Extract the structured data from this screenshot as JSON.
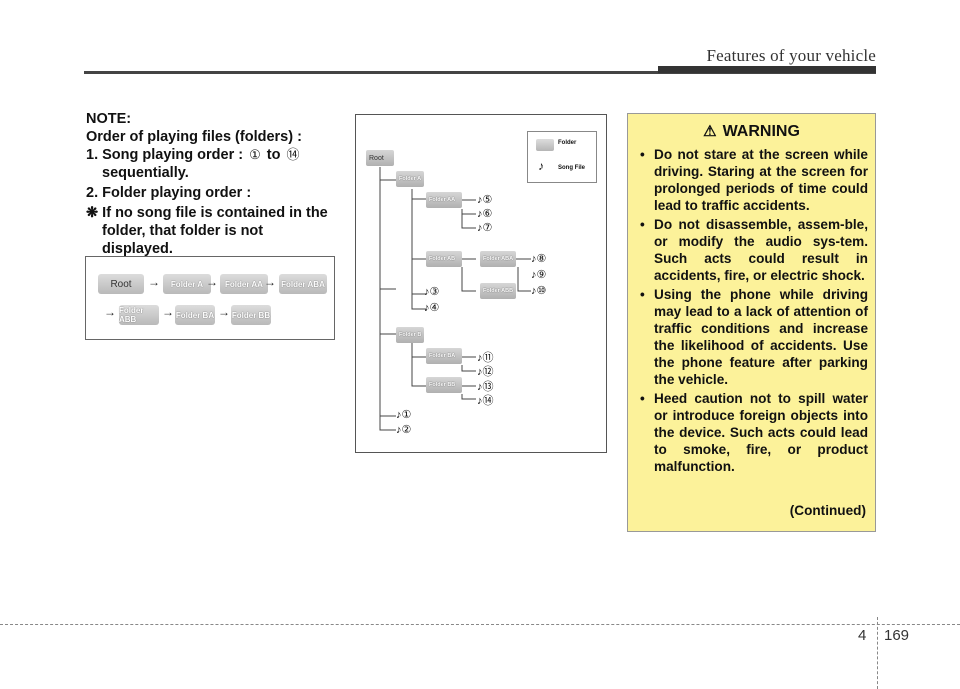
{
  "header": {
    "title": "Features of your vehicle"
  },
  "note": {
    "heading": "NOTE:",
    "line1": "Order of playing files (folders) :",
    "item1_prefix": "1. Song playing order :",
    "item1_from": "①",
    "item1_to_word": "to",
    "item1_to": "⑭",
    "item1_suffix": "sequentially.",
    "item2": "2. Folder playing order :",
    "note3_line1": "❋ If no song file is contained in the",
    "note3_line2": "folder, that folder is not displayed."
  },
  "order_diagram": {
    "row1": [
      "Root",
      "Folder A",
      "Folder AA",
      "Folder ABA"
    ],
    "row2": [
      "Folder ABB",
      "Folder BA",
      "Folder BB"
    ],
    "arrow": "→"
  },
  "tree": {
    "root": "Root",
    "folder_a": "Folder A",
    "folder_aa": "Folder AA",
    "folder_ab": "Folder AB",
    "folder_aba": "Folder ABA",
    "folder_abb": "Folder ABB",
    "folder_b": "Folder B",
    "folder_ba": "Folder BA",
    "folder_bb": "Folder BB",
    "songs": [
      "♪①",
      "♪②",
      "♪③",
      "♪④",
      "♪⑤",
      "♪⑥",
      "♪⑦",
      "♪⑧",
      "♪⑨",
      "♪⑩",
      "♪⑪",
      "♪⑫",
      "♪⑬",
      "♪⑭"
    ],
    "legend_folder": "Folder",
    "legend_note": "♪",
    "legend_song": "Song File"
  },
  "warning": {
    "icon": "warning-triangle-icon",
    "title": "WARNING",
    "items": [
      "Do not stare at the screen while driving. Staring at the screen for prolonged periods of time could lead to traffic accidents.",
      "Do not disassemble, assem-ble, or modify the audio sys-tem. Such acts could result in accidents, fire, or electric shock.",
      "Using the phone while driving may lead to a lack of attention of traffic conditions and increase the likelihood of accidents. Use the phone feature after parking the vehicle.",
      "Heed caution not to spill water or introduce foreign objects into the device. Such acts could lead to smoke, fire, or product malfunction."
    ],
    "continued": "(Continued)",
    "bg_color": "#fcf29a"
  },
  "footer": {
    "section": "4",
    "page": "169"
  }
}
